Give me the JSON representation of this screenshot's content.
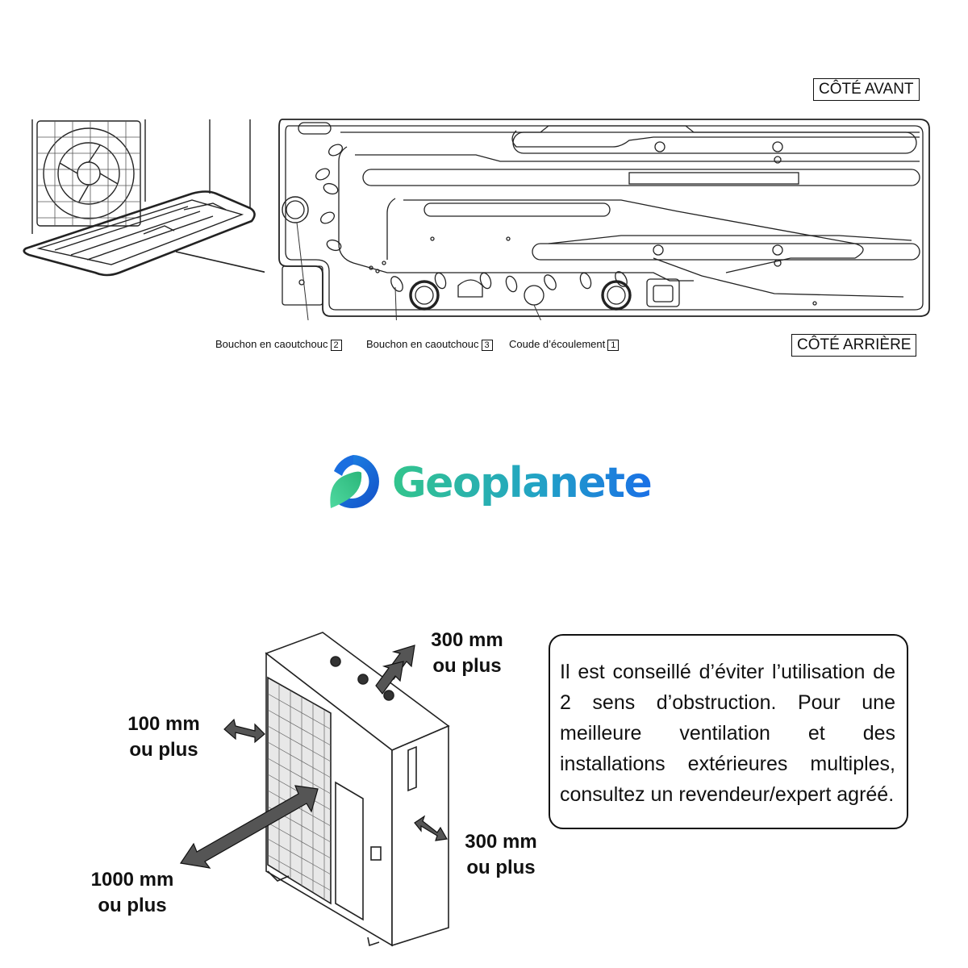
{
  "top_diagram": {
    "front_side_label": "CÔTÉ AVANT",
    "rear_side_label": "CÔTÉ ARRIÈRE",
    "callouts": [
      {
        "text": "Bouchon en caoutchouc",
        "number": "2"
      },
      {
        "text": "Bouchon en caoutchouc",
        "number": "3"
      },
      {
        "text": "Coude d’écoulement",
        "number": "1"
      }
    ]
  },
  "logo": {
    "text": "Geoplanete",
    "colors": {
      "blue": "#1565d8",
      "green": "#3ecf8e",
      "text_start": "#2fc08f",
      "text_end": "#1877e6"
    }
  },
  "clearance": {
    "top": {
      "line1": "300 mm",
      "line2": "ou plus"
    },
    "left": {
      "line1": "100 mm",
      "line2": "ou plus"
    },
    "front": {
      "line1": "1000 mm",
      "line2": "ou plus"
    },
    "right": {
      "line1": "300 mm",
      "line2": "ou plus"
    }
  },
  "note": {
    "text": "Il est conseillé d’éviter l’utilisation de 2 sens d’obstruction. Pour une meilleure ventilation et des installations extérieures multiples, consultez un revendeur/expert agréé."
  }
}
